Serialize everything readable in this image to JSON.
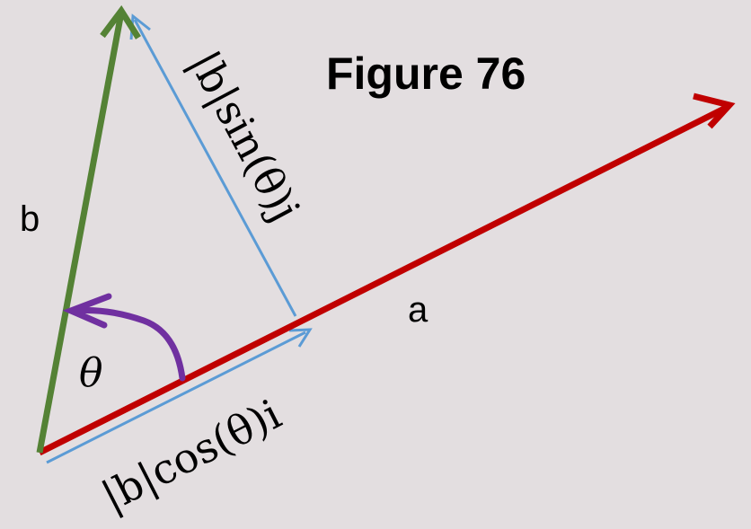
{
  "figure": {
    "title": "Figure 76",
    "background_color": "#e3dee0"
  },
  "vectors": {
    "a": {
      "label": "a",
      "color": "#c00000"
    },
    "b": {
      "label": "b",
      "color": "#548235"
    }
  },
  "projections": {
    "parallel": {
      "label": "|b|cos(θ)i",
      "color": "#5b9bd5"
    },
    "perpendicular": {
      "label": "|b|sin(θ)j",
      "color": "#5b9bd5"
    }
  },
  "angle": {
    "label": "θ",
    "color": "#7030a0"
  }
}
